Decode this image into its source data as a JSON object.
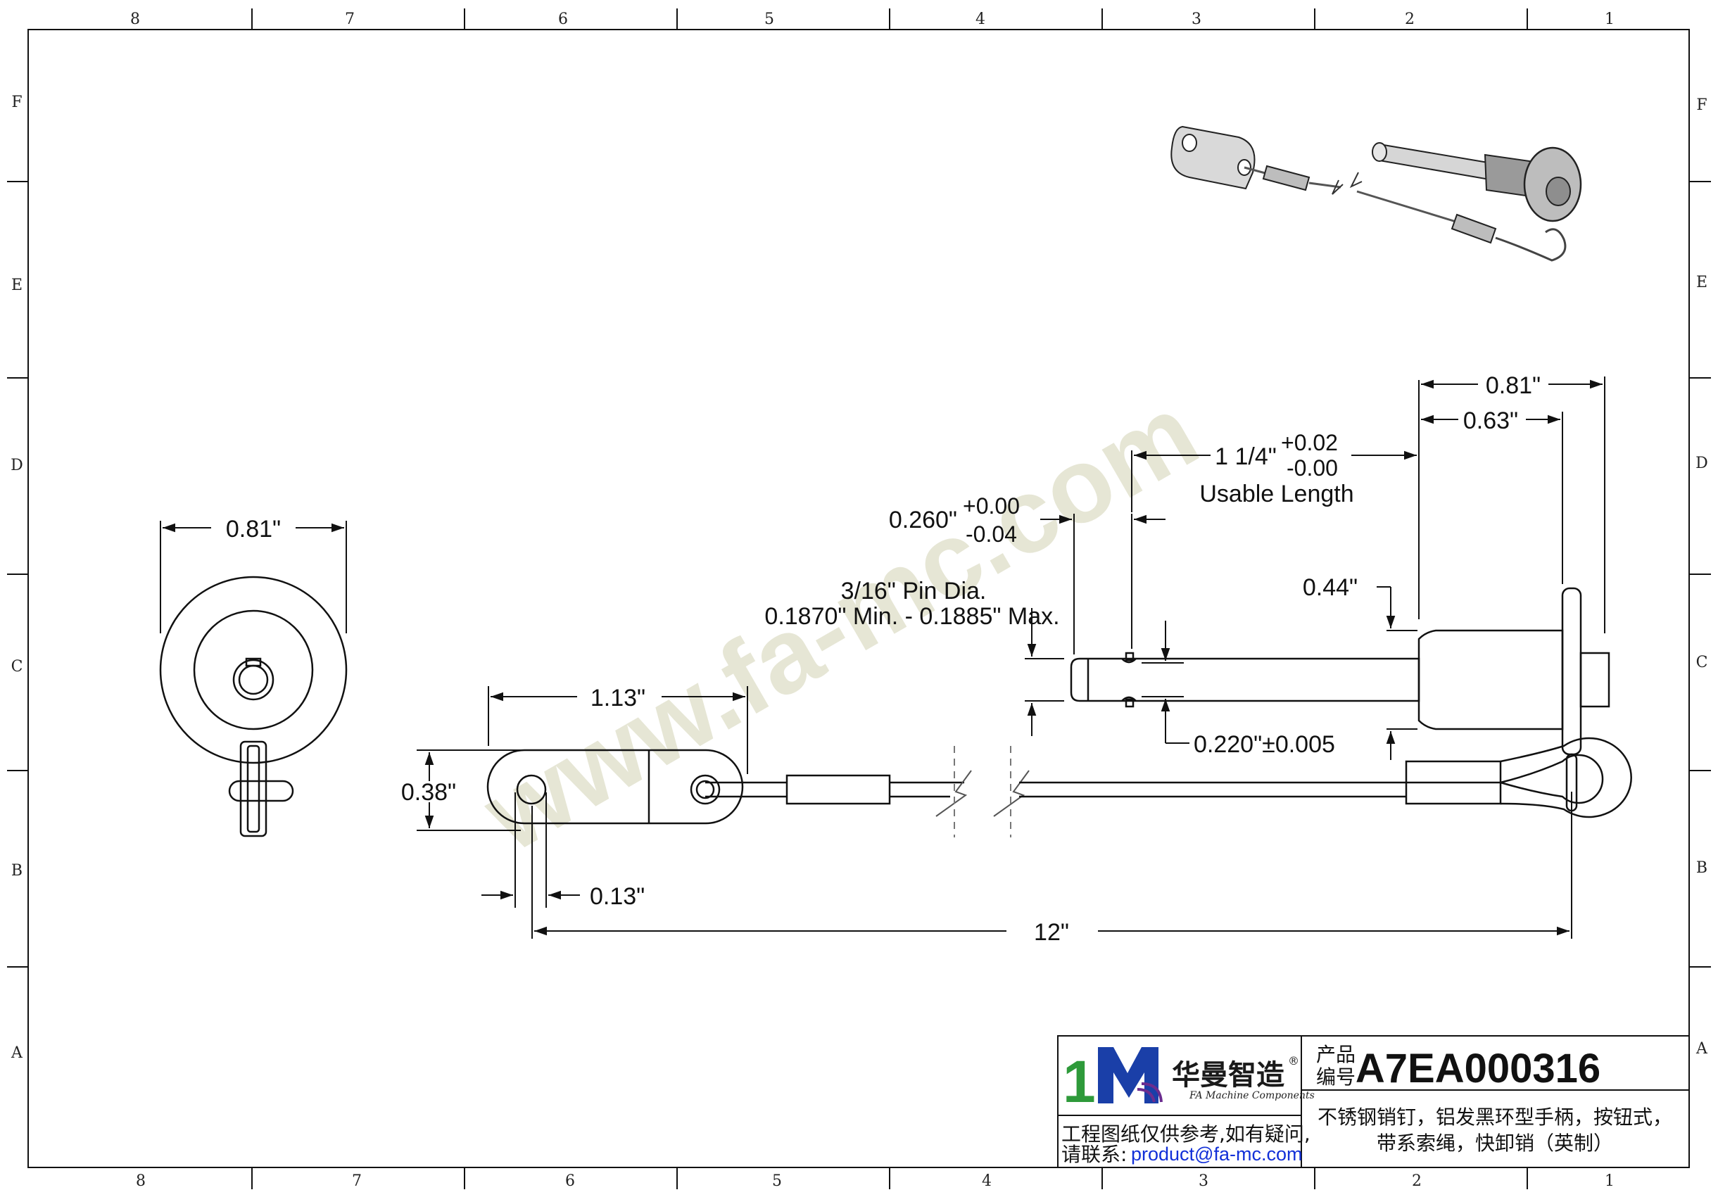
{
  "zones": {
    "columns": [
      "8",
      "7",
      "6",
      "5",
      "4",
      "3",
      "2",
      "1"
    ],
    "rows": [
      "F",
      "E",
      "D",
      "C",
      "B",
      "A"
    ]
  },
  "watermark": "www.fa-mc.com",
  "dimensions": {
    "end_view_width": "0.81\"",
    "tab_length": "1.13\"",
    "tab_height": "0.38\"",
    "hole_offset": "0.13\"",
    "overall_length": "12\"",
    "pin_dia_line1": "3/16\" Pin Dia.",
    "pin_dia_line2": "0.1870\" Min. - 0.1885\" Max.",
    "groove_nominal": "0.260\"",
    "groove_tol_plus": "+0.00",
    "groove_tol_minus": "-0.04",
    "usable_nominal": "1 1/4\"",
    "usable_tol_plus": "+0.02",
    "usable_tol_minus": "-0.00",
    "usable_label": "Usable Length",
    "handle_dia": "0.81\"",
    "handle_len": "0.63\"",
    "collar_step": "0.44\"",
    "groove_dia": "0.220\"±0.005"
  },
  "title_block": {
    "brand_cn": "华曼智造",
    "brand_en": "FA Machine Components",
    "registered": "®",
    "code_label_line1": "产品",
    "code_label_line2": "编号",
    "product_code": "A7EA000316",
    "description_line1": "不锈钢销钉，铝发黑环型手柄，按钮式，",
    "description_line2": "带系索绳，快卸销（英制）",
    "notice_line1": "工程图纸仅供参考,如有疑问,",
    "notice_line2_prefix": "请联系:",
    "email": "product@fa-mc.com"
  },
  "colors": {
    "logo_green": "#2e9a3a",
    "logo_blue": "#1a3fa8",
    "logo_purple": "#6b2c8f",
    "email_blue": "#1230d8",
    "watermark": "#c9c9a4"
  }
}
